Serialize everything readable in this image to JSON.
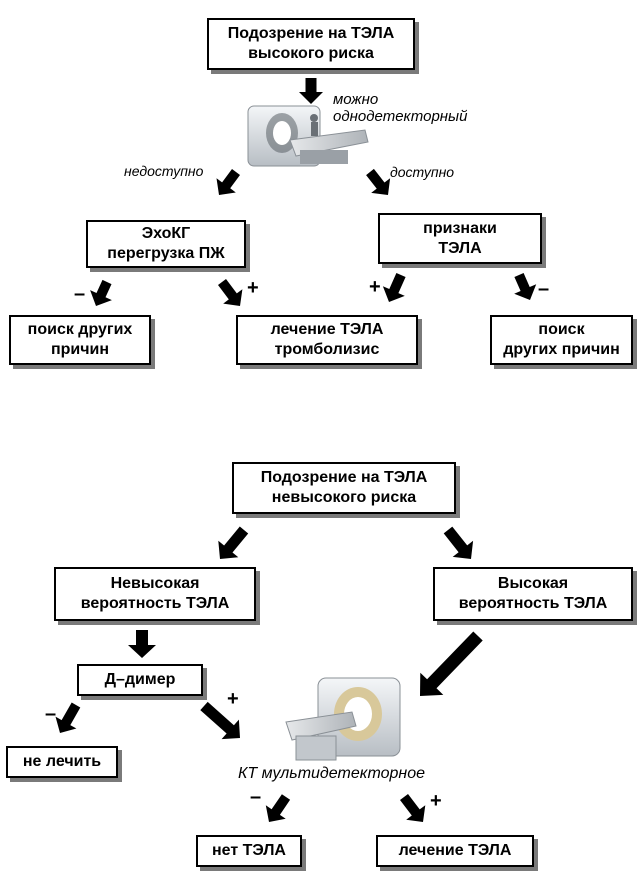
{
  "section_high": {
    "title": [
      "Подозрение на ТЭЛА",
      "высокого риска"
    ],
    "ct_label": [
      "можно",
      "однодетекторный"
    ],
    "branch_unavailable": "недоступно",
    "branch_available": "доступно",
    "echo_box": [
      "ЭхоКГ",
      "перегрузка ПЖ"
    ],
    "signs_box": [
      "признаки",
      "ТЭЛА"
    ],
    "other_causes_left": [
      "поиск других",
      "причин"
    ],
    "treatment_box": [
      "лечение ТЭЛА",
      "тромболизис"
    ],
    "other_causes_right": [
      "поиск",
      "других причин"
    ],
    "sign_minus": "–",
    "sign_plus": "+"
  },
  "section_low": {
    "title": [
      "Подозрение на ТЭЛА",
      "невысокого риска"
    ],
    "low_prob_box": [
      "Невысокая",
      "вероятность ТЭЛА"
    ],
    "high_prob_box": [
      "Высокая",
      "вероятность ТЭЛА"
    ],
    "ddimer_box": "Д–димер",
    "no_treat_box": "не лечить",
    "ct_label": "КТ мультидетекторное",
    "no_pe_box": "нет ТЭЛА",
    "treat_box": "лечение ТЭЛА",
    "sign_minus": "–",
    "sign_plus": "+"
  },
  "colors": {
    "arrow": "#000000",
    "box_border": "#000000",
    "box_shadow": "#7a7a7a"
  },
  "icons": [
    "ct-scanner-icon",
    "ct-scanner-icon"
  ]
}
